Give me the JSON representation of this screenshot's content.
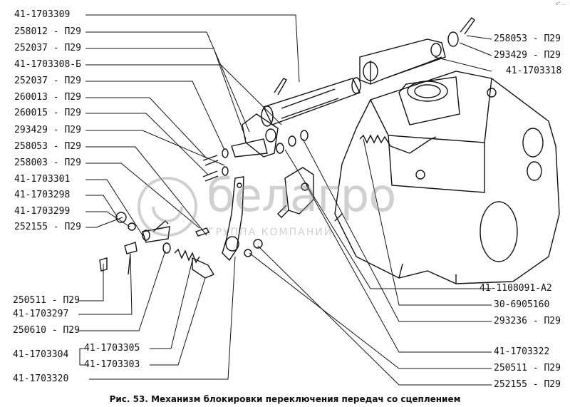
{
  "labels_left": [
    "41-1703309",
    "258012 - П29",
    "252037 - П29",
    "41-1703308-Б",
    "252037 - П29",
    "260013 - П29",
    "260015 - П29",
    "293429 - П29",
    "258053 - П29",
    "258003 - П29",
    "41-1703301",
    "41-1703298",
    "41-1703299",
    "252155 - П29"
  ],
  "labels_bottom_left": [
    "250511 - П29",
    "41-1703297",
    "250610 - П29",
    "41-1703304",
    "41-1703305",
    "41-1703303",
    "41-1703320"
  ],
  "labels_right": [
    "258053 - П29",
    "293429 - П29",
    "41-1703318",
    "41-1108091-А2",
    "30-6905160",
    "293236 - П29",
    "41-1703322",
    "250511 - П29",
    "252155 - П29"
  ],
  "caption": "Рис. 53. Механизм блокировки переключения передач со сцеплением",
  "watermark": {
    "brand": "белагро",
    "sub": "ГРУППА КОМПАНИЙ"
  },
  "corner_mark": "с° ...",
  "colors": {
    "ink": "#111111",
    "watermark": "#a0a0a0"
  }
}
